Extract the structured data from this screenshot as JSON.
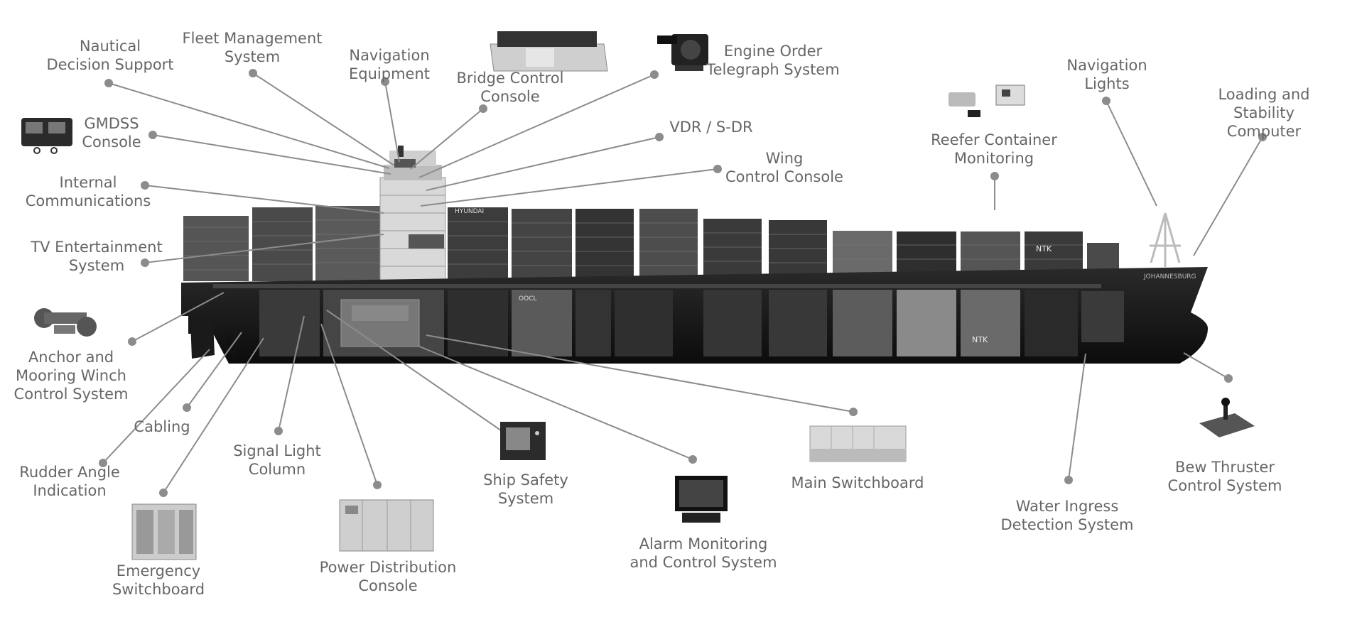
{
  "labels": {
    "nautical_decision_support": "Nautical\nDecision Support",
    "fleet_management_system": "Fleet Management\nSystem",
    "navigation_equipment": "Navigation\nEquipment",
    "bridge_control_console": "Bridge Control\nConsole",
    "engine_order_telegraph": "Engine Order\nTelegraph System",
    "gmdss_console": "GMDSS\nConsole",
    "vdr_sdr": "VDR / S-DR",
    "wing_control_console": "Wing\nControl Console",
    "internal_communications": "Internal\nCommunications",
    "tv_entertainment_system": "TV Entertainment\nSystem",
    "navigation_lights": "Navigation\nLights",
    "loading_stability_computer": "Loading and Stability\nComputer",
    "reefer_container_monitoring": "Reefer Container\nMonitoring",
    "anchor_mooring_winch": "Anchor and\nMooring Winch\nControl System",
    "cabling": "Cabling",
    "rudder_angle_indication": "Rudder Angle\nIndication",
    "signal_light_column": "Signal Light\nColumn",
    "emergency_switchboard": "Emergency\nSwitchboard",
    "power_distribution_console": "Power Distribution\nConsole",
    "ship_safety_system": "Ship Safety\nSystem",
    "alarm_monitoring_control": "Alarm Monitoring\nand Control System",
    "main_switchboard": "Main Switchboard",
    "water_ingress_detection": "Water Ingress\nDetection System",
    "bow_thruster_control": "Bew Thruster\nControl System"
  },
  "ship": {
    "name_plate": "JOHANNESBURG"
  },
  "container_marks": [
    "NTK",
    "NTK",
    "HYUNDAI",
    "OOCL"
  ],
  "colors": {
    "label_text": "#666666",
    "leader_line": "#8c8c8c",
    "hull": "#1a1a1a"
  }
}
